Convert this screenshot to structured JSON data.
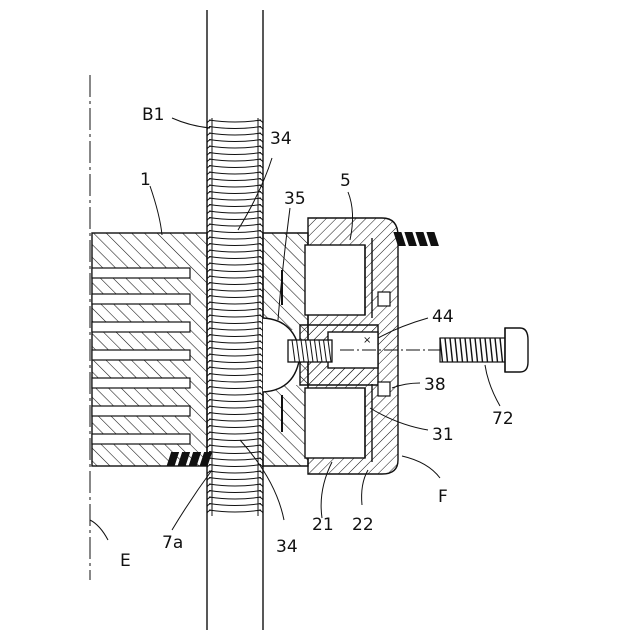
{
  "figure": {
    "labels": {
      "b1": "B1",
      "n1": "1",
      "n34_top": "34",
      "n35": "35",
      "n5": "5",
      "n44": "44",
      "n38": "38",
      "n72": "72",
      "n31": "31",
      "nF": "F",
      "n22": "22",
      "n21": "21",
      "n34_bottom": "34",
      "n7a": "7a",
      "nE": "E"
    }
  }
}
